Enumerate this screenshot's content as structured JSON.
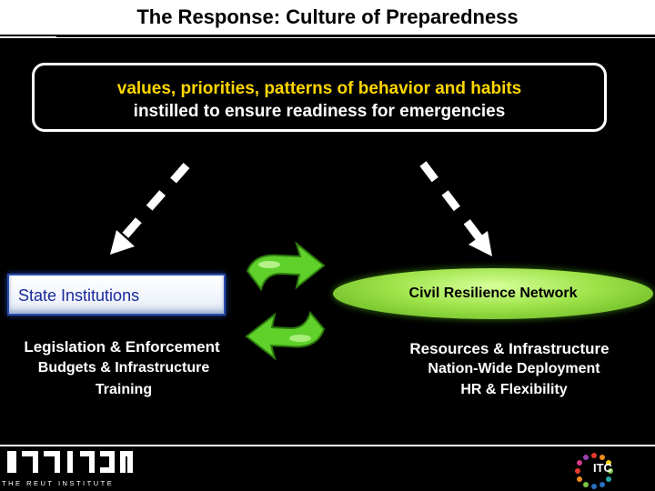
{
  "title": "The Response: Culture of Preparedness",
  "definition": {
    "line1": "values, priorities, patterns of behavior and habits",
    "line2": "instilled to ensure readiness for emergencies"
  },
  "left": {
    "header": "State Institutions",
    "items": [
      "Legislation & Enforcement",
      "Budgets & Infrastructure",
      "Training"
    ]
  },
  "right": {
    "header": "Civil Resilience Network",
    "items": [
      "Resources & Infrastructure",
      "Nation-Wide Deployment",
      "HR & Flexibility"
    ]
  },
  "footer": {
    "left_logo_subtitle": "THE REUT INSTITUTE",
    "right_logo": "ITC"
  },
  "colors": {
    "definition_highlight": "#ffd600",
    "state_label": "#1a2a9a",
    "civil_green": "#9fe34a",
    "cycle_green": "#5fd12a"
  },
  "icons": [
    "cycle-arrows-icon",
    "dashed-arrow-left-icon",
    "dashed-arrow-right-icon"
  ]
}
